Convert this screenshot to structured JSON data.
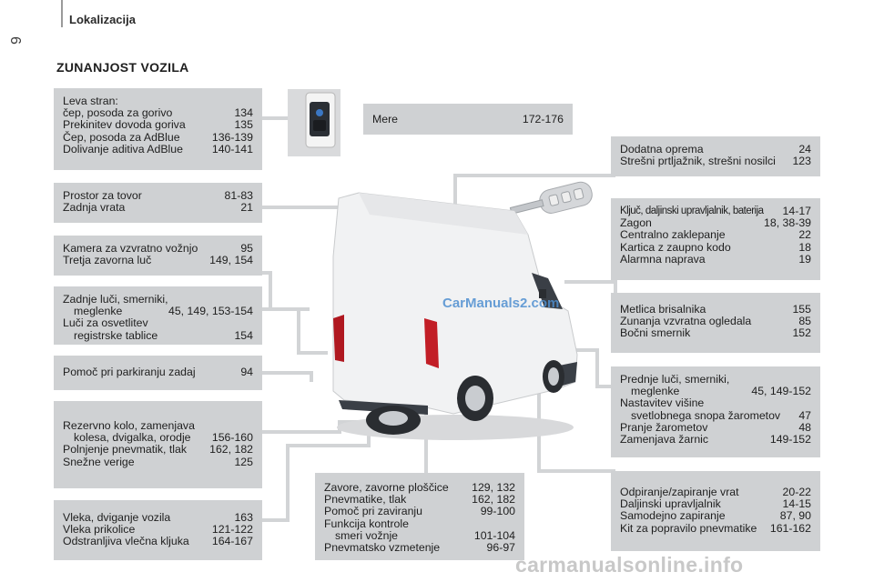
{
  "header": {
    "section": "Lokalizacija",
    "page_number": "6"
  },
  "heading": "ZUNANJOST VOZILA",
  "left_boxes": [
    {
      "rows": [
        {
          "text": "Leva stran:",
          "page": ""
        },
        {
          "text": "čep, posoda za gorivo",
          "page": "134"
        },
        {
          "text": "Prekinitev dovoda goriva",
          "page": "135"
        },
        {
          "text": "Čep, posoda za AdBlue",
          "page": "136-139"
        },
        {
          "text": "Dolivanje aditiva AdBlue",
          "page": "140-141"
        }
      ]
    },
    {
      "rows": [
        {
          "text": "Prostor za tovor",
          "page": "81-83"
        },
        {
          "text": "Zadnja vrata",
          "page": "21"
        }
      ]
    },
    {
      "rows": [
        {
          "text": "Kamera za vzvratno vožnjo",
          "page": "95"
        },
        {
          "text": "Tretja zavorna luč",
          "page": "149, 154"
        }
      ]
    },
    {
      "rows": [
        {
          "text": "Zadnje luči, smerniki,",
          "page": ""
        },
        {
          "text": "meglenke",
          "page": "45, 149, 153-154",
          "indent": true
        },
        {
          "text": "Luči za osvetlitev",
          "page": ""
        },
        {
          "text": "registrske tablice",
          "page": "154",
          "indent": true
        }
      ]
    },
    {
      "rows": [
        {
          "text": "Pomoč pri parkiranju zadaj",
          "page": "94"
        }
      ]
    },
    {
      "rows": [
        {
          "text": "Rezervno kolo, zamenjava",
          "page": ""
        },
        {
          "text": "kolesa, dvigalka, orodje",
          "page": "156-160",
          "indent": true
        },
        {
          "text": "Polnjenje pnevmatik, tlak",
          "page": "162, 182"
        },
        {
          "text": "Snežne verige",
          "page": "125"
        }
      ]
    },
    {
      "rows": [
        {
          "text": "Vleka, dviganje vozila",
          "page": "163"
        },
        {
          "text": "Vleka prikolice",
          "page": "121-122"
        },
        {
          "text": "Odstranljiva vlečna kljuka",
          "page": "164-167"
        }
      ]
    }
  ],
  "mere_box": {
    "rows": [
      {
        "text": "Mere",
        "page": "172-176"
      }
    ]
  },
  "bottom_box": {
    "rows": [
      {
        "text": "Zavore, zavorne ploščice",
        "page": "129, 132"
      },
      {
        "text": "Pnevmatike, tlak",
        "page": "162, 182"
      },
      {
        "text": "Pomoč pri zaviranju",
        "page": "99-100"
      },
      {
        "text": "Funkcija kontrole",
        "page": ""
      },
      {
        "text": "smeri vožnje",
        "page": "101-104",
        "indent": true
      },
      {
        "text": "Pnevmatsko vzmetenje",
        "page": "96-97"
      }
    ]
  },
  "right_boxes": [
    {
      "rows": [
        {
          "text": "Dodatna oprema",
          "page": "24"
        },
        {
          "text": "Strešni prtljažnik, strešni nosilci",
          "page": "123"
        }
      ]
    },
    {
      "rows": [
        {
          "text": "Ključ, daljinski upravljalnik, baterija",
          "page": "14-17",
          "condensed": true
        },
        {
          "text": "Zagon",
          "page": "18, 38-39"
        },
        {
          "text": "Centralno zaklepanje",
          "page": "22"
        },
        {
          "text": "Kartica z zaupno kodo",
          "page": "18"
        },
        {
          "text": "Alarmna naprava",
          "page": "19"
        }
      ]
    },
    {
      "rows": [
        {
          "text": "Metlica brisalnika",
          "page": "155"
        },
        {
          "text": "Zunanja vzvratna ogledala",
          "page": "85"
        },
        {
          "text": "Bočni smernik",
          "page": "152"
        }
      ]
    },
    {
      "rows": [
        {
          "text": "Prednje luči, smerniki,",
          "page": ""
        },
        {
          "text": "meglenke",
          "page": "45, 149-152",
          "indent": true
        },
        {
          "text": "Nastavitev višine",
          "page": ""
        },
        {
          "text": "svetlobnega snopa žarometov",
          "page": "47",
          "indent": true
        },
        {
          "text": "Pranje žarometov",
          "page": "48"
        },
        {
          "text": "Zamenjava žarnic",
          "page": "149-152"
        }
      ]
    },
    {
      "rows": [
        {
          "text": "Odpiranje/zapiranje vrat",
          "page": "20-22"
        },
        {
          "text": "Daljinski upravljalnik",
          "page": "14-15"
        },
        {
          "text": "Samodejno zapiranje",
          "page": "87, 90"
        },
        {
          "text": "Kit za popravilo pnevmatike",
          "page": "161-162"
        }
      ]
    }
  ],
  "watermark": "CarManuals2.com",
  "footer": "carmanualsonline.info",
  "colors": {
    "box_bg": "#cfd1d3",
    "leader_line": "#d2d4d6",
    "van_body": "#f1f2f3",
    "watermark": "#4e8fd0"
  }
}
